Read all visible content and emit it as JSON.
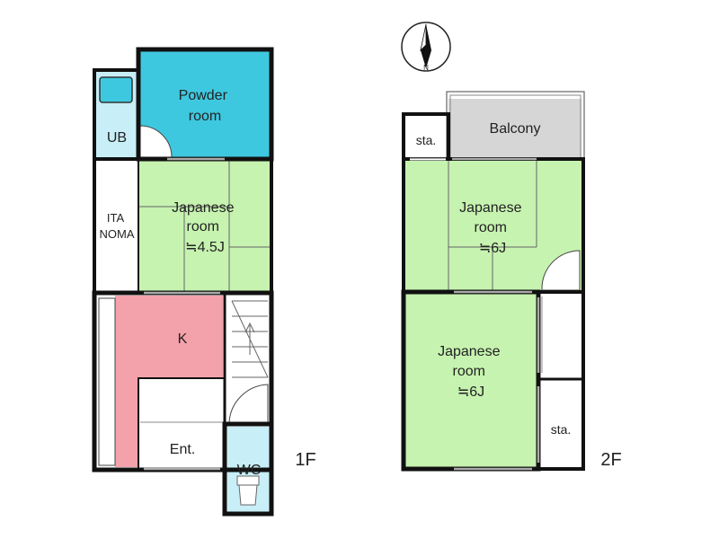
{
  "compass": {
    "letter": "N"
  },
  "floor1": {
    "label": "1F",
    "rooms": {
      "powder_room": [
        "Powder",
        "room"
      ],
      "ub": "UB",
      "ita_noma": [
        "ITA",
        "NOMA"
      ],
      "japanese_room": [
        "Japanese",
        "room",
        "≒4.5J"
      ],
      "kitchen": "K",
      "entrance": "Ent.",
      "wc": "WC"
    }
  },
  "floor2": {
    "label": "2F",
    "rooms": {
      "balcony": "Balcony",
      "storage_top": "sta.",
      "japanese_room_north": [
        "Japanese",
        "room",
        "≒6J"
      ],
      "japanese_room_south": [
        "Japanese",
        "room",
        "≒6J"
      ],
      "storage_bottom": "sta."
    }
  },
  "colors": {
    "powder_room": "#3ec8e0",
    "unit_bath": "#c8eef7",
    "tatami": "#c6f3b0",
    "kitchen": "#f3a1aa",
    "wc": "#c8eef7",
    "balcony": "#d6d6d6",
    "wall": "#111111"
  }
}
